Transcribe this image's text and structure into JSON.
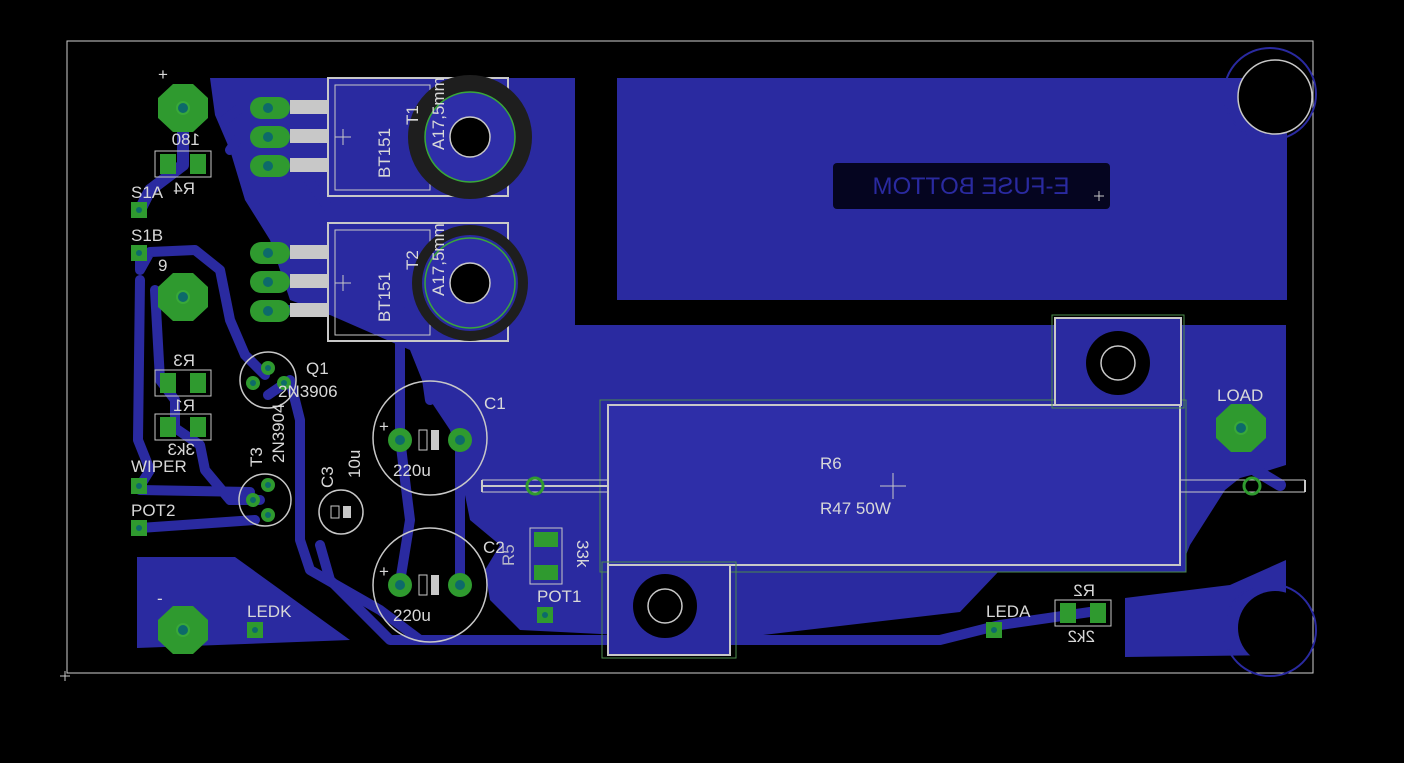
{
  "colors": {
    "background": "#000000",
    "copper_bottom": "#2a2aa0",
    "pad": "#2f9a2f",
    "hole": "#0d6a6a",
    "silkscreen": "#c8c8c8",
    "outline": "#cfcfcf",
    "keepout": "#4b4bd6",
    "doc_green": "#39a839"
  },
  "labels": {
    "plus": "+",
    "minus": "-",
    "r4_value": "180",
    "r4_name": "R4",
    "s1a": "S1A",
    "s1b": "S1B",
    "pin9": "9",
    "r3_name": "R3",
    "r1_name": "R1",
    "r1_value": "3k3",
    "q1_name": "Q1",
    "q1_type": "2N3906",
    "t3_name": "T3",
    "t3_type": "2N3904",
    "wiper": "WIPER",
    "pot2": "POT2",
    "ledk": "LEDK",
    "c3_name": "C3",
    "c3_value": "10u",
    "c1_name": "C1",
    "c1_value": "220u",
    "c2_name": "C2",
    "c2_value": "220u",
    "t1_type": "BT151",
    "t1_name": "T1",
    "t2_type": "BT151",
    "t2_name": "T2",
    "heatsink1": "A17,5mm",
    "heatsink2": "A17,5mm",
    "r5_name": "R5",
    "r5_value": "33k",
    "pot1": "POT1",
    "r6_name": "R6",
    "r6_value": "R47 50W",
    "load": "LOAD",
    "leda": "LEDA",
    "r2_name": "R2",
    "r2_value": "2k2",
    "board_text": "E-FUSE BOTTOM"
  }
}
